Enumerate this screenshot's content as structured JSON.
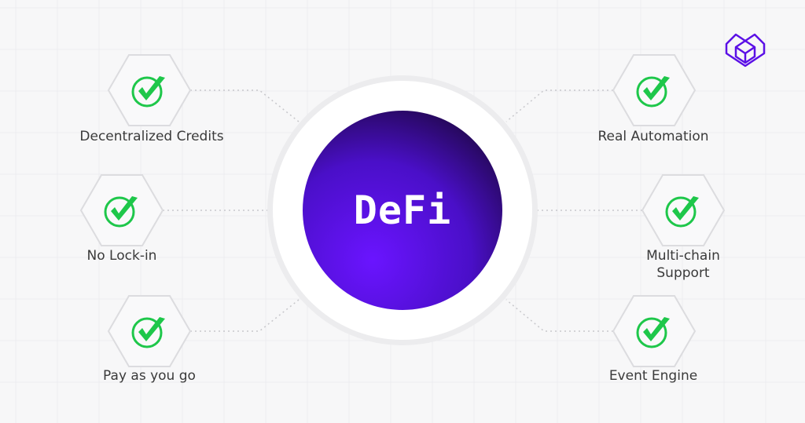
{
  "center": {
    "title": "DeFi"
  },
  "features": [
    {
      "label": "Decentralized Credits",
      "icon": "check-circle-icon"
    },
    {
      "label": "No Lock-in",
      "icon": "check-circle-icon"
    },
    {
      "label": "Pay as you go",
      "icon": "check-circle-icon"
    },
    {
      "label": "Real Automation",
      "icon": "check-circle-icon"
    },
    {
      "label": "Multi-chain Support",
      "icon": "check-circle-icon"
    },
    {
      "label": "Event Engine",
      "icon": "check-circle-icon"
    }
  ],
  "colors": {
    "accent": "#5b10e6",
    "check": "#1ec74a",
    "background": "#f7f7f8"
  }
}
